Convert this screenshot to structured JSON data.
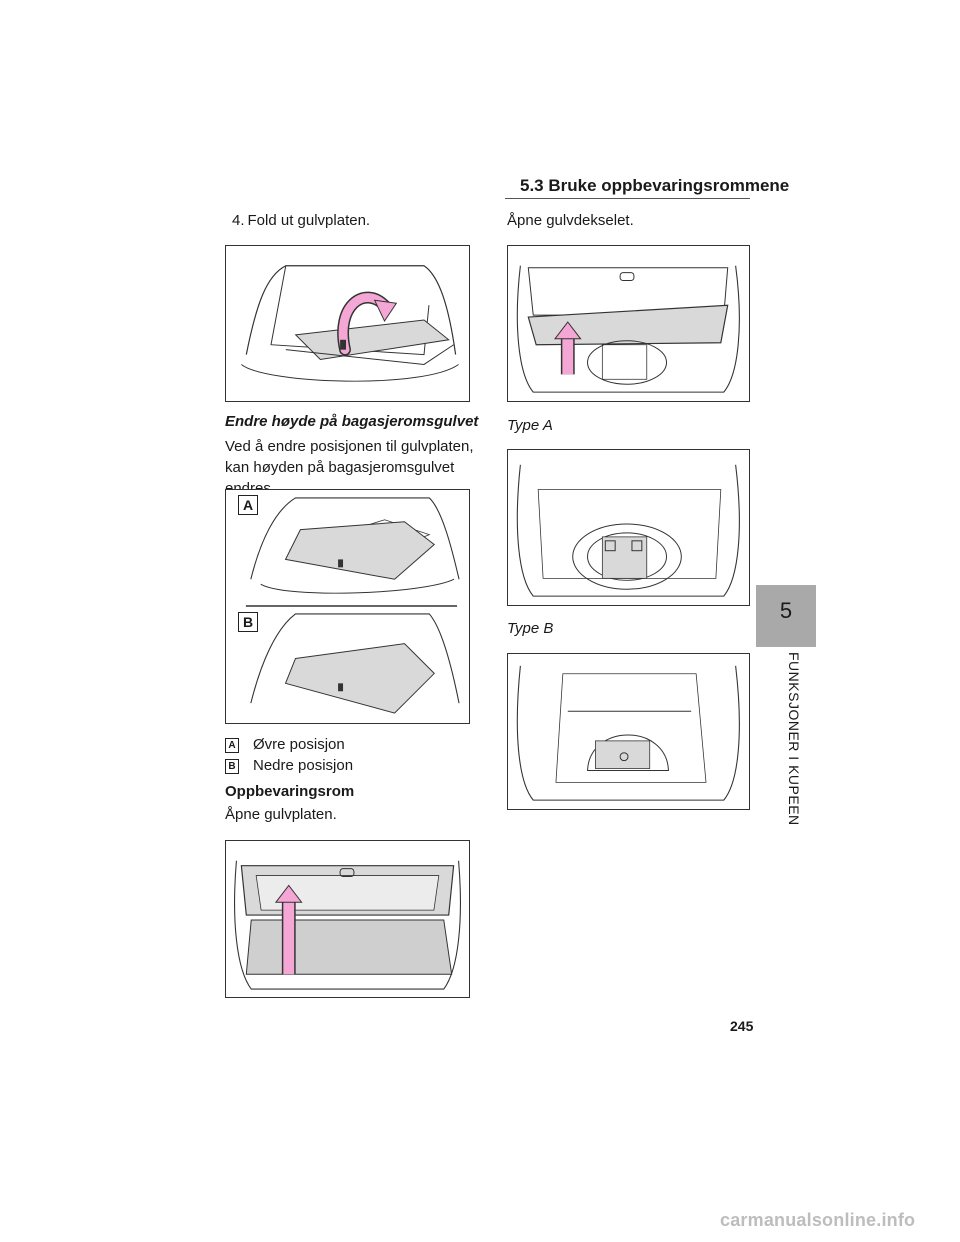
{
  "header": {
    "section_title": "5.3  Bruke oppbevaringsrommene"
  },
  "left_column": {
    "step4": "4. Fold ut gulvplaten.",
    "heading_height": "Endre høyde på bagasjeromsgulvet",
    "paragraph_height": "Ved å endre posisjonen til gulvplaten, kan høyden på bagasjeromsgulvet endres.",
    "figure_labels": {
      "a": "A",
      "b": "B"
    },
    "legend": [
      {
        "key": "A",
        "text": "Øvre posisjon"
      },
      {
        "key": "B",
        "text": "Nedre posisjon"
      }
    ],
    "heading_storage": "Oppbevaringsrom",
    "paragraph_storage": "Åpne gulvplaten."
  },
  "right_column": {
    "instruction": "Åpne gulvdekselet.",
    "type_a": "Type A",
    "type_b": "Type B"
  },
  "sidebar": {
    "chapter_number": "5",
    "chapter_title": "FUNKSJONER I KUPEEN"
  },
  "footer": {
    "page_number": "245",
    "watermark": "carmanualsonline.info"
  },
  "colors": {
    "arrow_pink": "#f4a6d4",
    "arrow_outline": "#333333",
    "tab_gray": "#a9a9a9",
    "board_gray": "#d9d9d9"
  }
}
